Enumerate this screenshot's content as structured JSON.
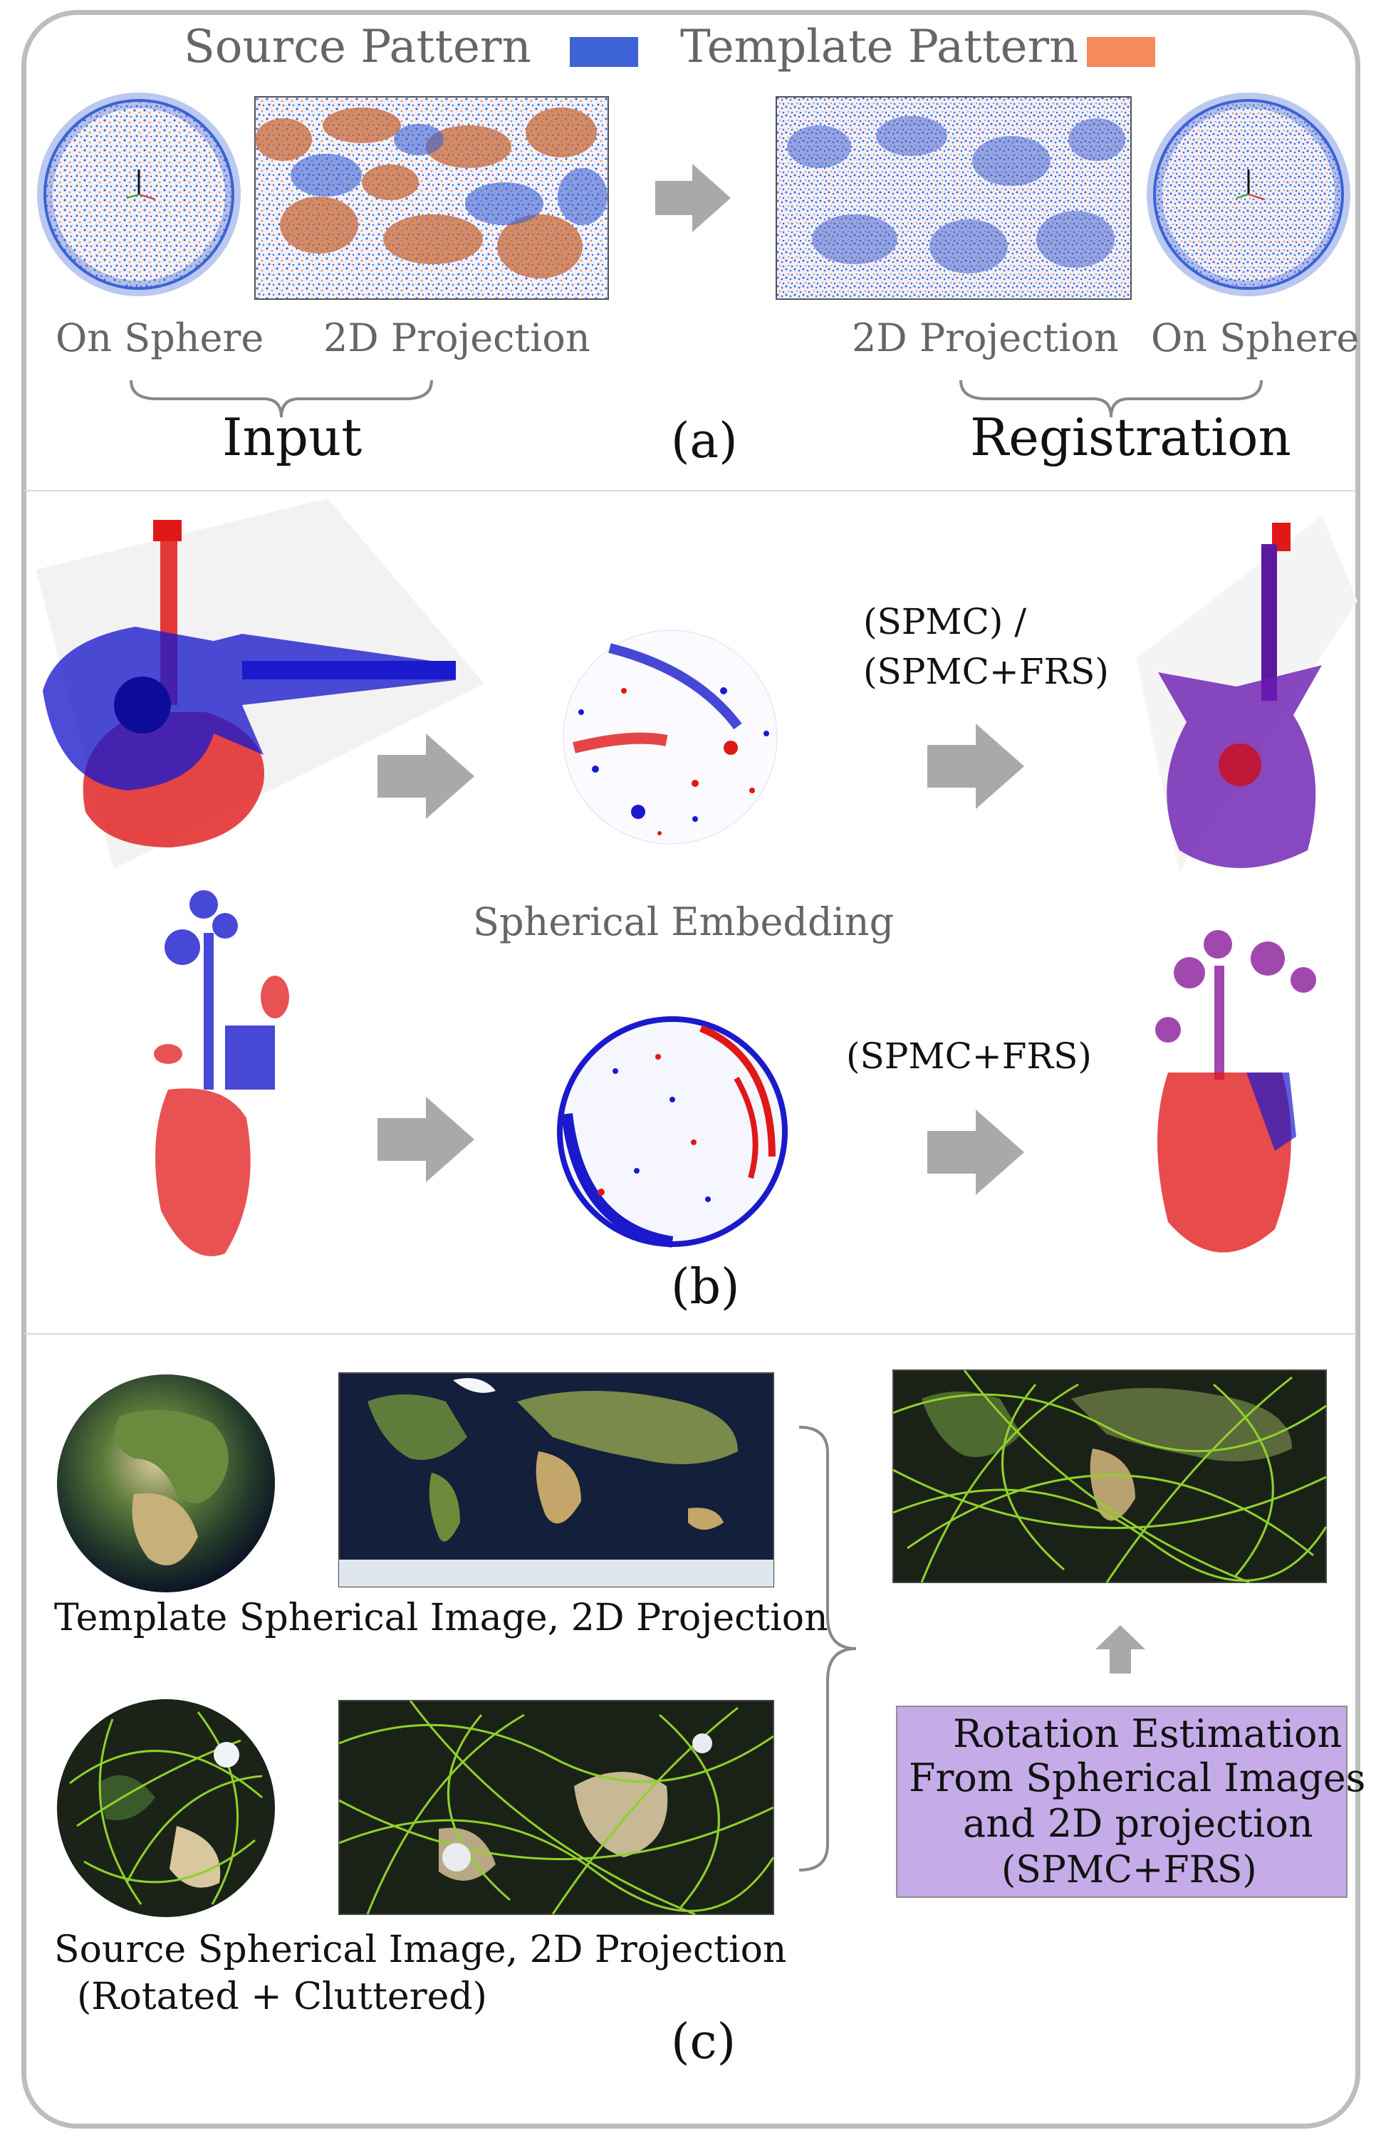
{
  "panel_a": {
    "legend_source": "Source Pattern",
    "legend_template": "Template Pattern",
    "source_color": "#3d63d6",
    "template_color": "#f58a5c",
    "label_on_sphere_left": "On Sphere",
    "label_2d_projection_left": "2D Projection",
    "label_2d_projection_right": "2D Projection",
    "label_on_sphere_right": "On Sphere",
    "group_input": "Input",
    "group_registration": "Registration",
    "caption": "(a)"
  },
  "panel_b": {
    "method_top_line1": "(SPMC) /",
    "method_top_line2": "(SPMC+FRS)",
    "spherical_embedding": "Spherical Embedding",
    "method_bottom": "(SPMC+FRS)",
    "caption": "(b)",
    "red_color": "#e01818",
    "blue_color": "#1a1acc"
  },
  "panel_c": {
    "template_caption": "Template Spherical Image, 2D Projection",
    "source_caption_line1": "Source Spherical Image, 2D Projection",
    "source_caption_line2": "(Rotated + Cluttered)",
    "box_line1": "Rotation Estimation",
    "box_line2": "From Spherical Images",
    "box_line3": "and 2D projection",
    "box_line4": "(SPMC+FRS)",
    "caption": "(c)",
    "box_color": "#c5ace8",
    "clutter_color": "#8fd12a"
  }
}
